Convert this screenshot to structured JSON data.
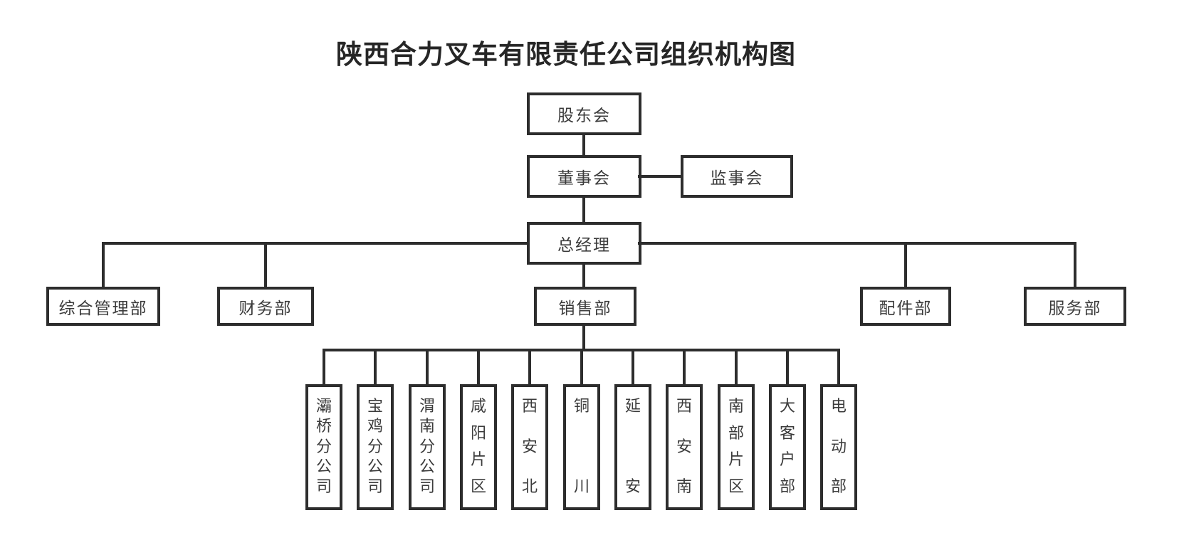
{
  "title": "陕西合力叉车有限责任公司组织机构图",
  "org": {
    "shareholders": {
      "label": "股东会"
    },
    "board": {
      "label": "董事会"
    },
    "supervisory": {
      "label": "监事会"
    },
    "general_manager": {
      "label": "总经理"
    },
    "departments": [
      {
        "label": "综合管理部"
      },
      {
        "label": "财务部"
      },
      {
        "label": "销售部"
      },
      {
        "label": "配件部"
      },
      {
        "label": "服务部"
      }
    ],
    "sales_children": [
      {
        "label": "灞桥分公司"
      },
      {
        "label": "宝鸡分公司"
      },
      {
        "label": "渭南分公司"
      },
      {
        "label": "咸阳片区"
      },
      {
        "label": "西安北"
      },
      {
        "label": "铜川"
      },
      {
        "label": "延安"
      },
      {
        "label": "西安南"
      },
      {
        "label": "南部片区"
      },
      {
        "label": "大客户部"
      },
      {
        "label": "电动部"
      }
    ]
  },
  "colors": {
    "line": "#2d2d2d",
    "text": "#3b3b3b",
    "title": "#262626",
    "background": "#ffffff"
  }
}
